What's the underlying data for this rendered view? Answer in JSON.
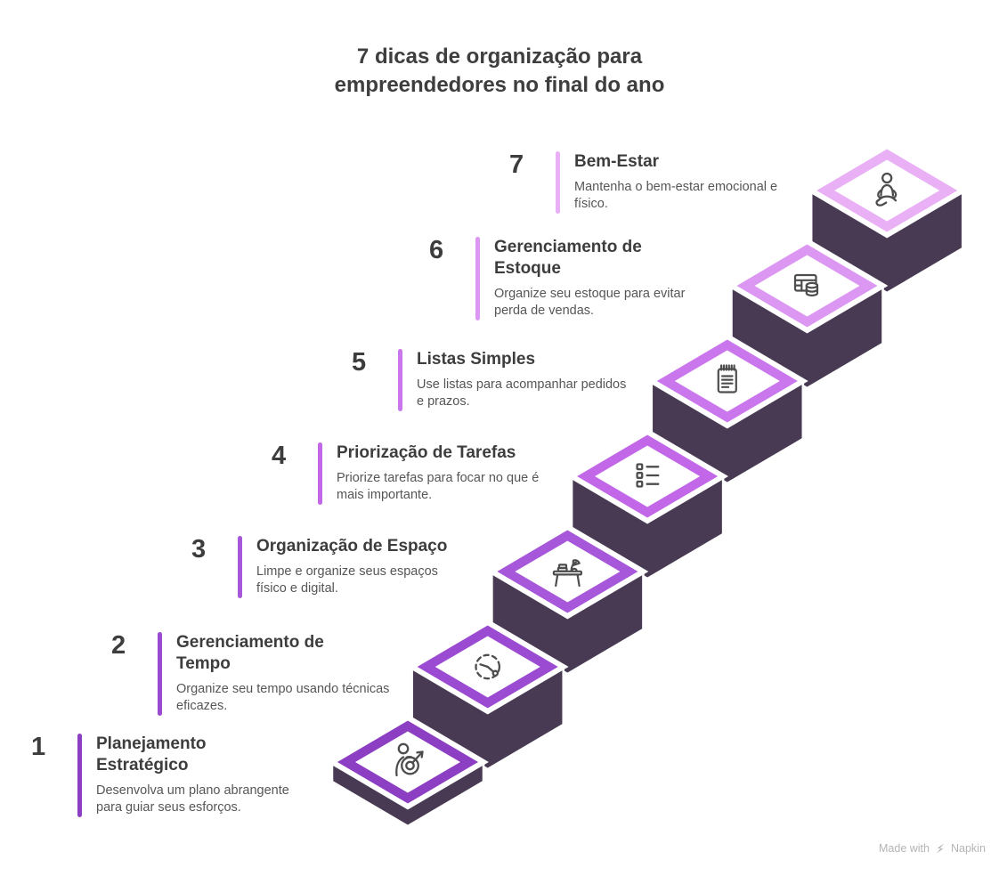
{
  "title": "7 dicas de organização para empreendedores no final do ano",
  "steps": [
    {
      "number": "1",
      "title": "Planejamento Estratégico",
      "description": "Desenvolva um plano abrangente para guiar seus esforços.",
      "color": "#8d3fc4",
      "icon": "person-goal",
      "icon_name": "person-goal-target-icon"
    },
    {
      "number": "2",
      "title": "Gerenciamento de Tempo",
      "description": "Organize seu tempo usando técnicas eficazes.",
      "color": "#9b4bd2",
      "icon": "clock",
      "icon_name": "dashed-clock-icon"
    },
    {
      "number": "3",
      "title": "Organização de Espaço",
      "description": "Limpe e organize seus espaços físico e digital.",
      "color": "#a757da",
      "icon": "desk",
      "icon_name": "desk-lamp-icon"
    },
    {
      "number": "4",
      "title": "Priorização de Tarefas",
      "description": "Priorize tarefas para focar no que é mais importante.",
      "color": "#c167e8",
      "icon": "checklist",
      "icon_name": "task-checklist-icon"
    },
    {
      "number": "5",
      "title": "Listas Simples",
      "description": "Use listas para acompanhar pedidos e prazos.",
      "color": "#ca76ec",
      "icon": "notepad",
      "icon_name": "notepad-icon"
    },
    {
      "number": "6",
      "title": "Gerenciamento de Estoque",
      "description": "Organize seu estoque para evitar perda de vendas.",
      "color": "#dc97f2",
      "icon": "inventory",
      "icon_name": "inventory-table-database-icon"
    },
    {
      "number": "7",
      "title": "Bem-Estar",
      "description": "Mantenha o bem-estar emocional e físico.",
      "color": "#e9b0f6",
      "icon": "meditation",
      "icon_name": "meditation-person-icon"
    }
  ],
  "colors": {
    "background": "#ffffff",
    "staircase_body": "#473a52",
    "diamond_face": "#ffffff",
    "icon_stroke": "#4d4d4d",
    "title_text": "#3e3e3e",
    "step_title_text": "#3d3d3d",
    "step_desc_text": "#565656",
    "footer_text": "#b5b5b5"
  },
  "footer": {
    "made_with": "Made with",
    "brand": "Napkin"
  }
}
